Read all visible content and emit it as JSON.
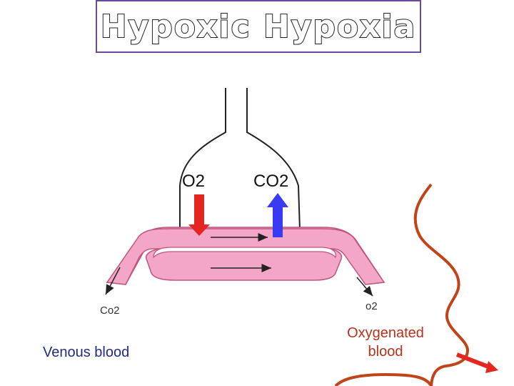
{
  "title": "Hypoxic Hypoxia",
  "labels": {
    "o2_arrow": "O2",
    "co2_arrow": "CO2",
    "co2_in": "Co2",
    "o2_out": "o2",
    "venous": "Venous blood",
    "oxygenated": "Oxygenated blood"
  },
  "colors": {
    "title_border": "#6a4a9c",
    "capillary_fill": "#f4a6c8",
    "capillary_stroke": "#c0557f",
    "o2_arrow": "#e52620",
    "co2_arrow": "#3a3af4",
    "vessel_line": "#c0441a",
    "venous_text": "#1f2c80",
    "oxygenated_text": "#b8321a"
  }
}
